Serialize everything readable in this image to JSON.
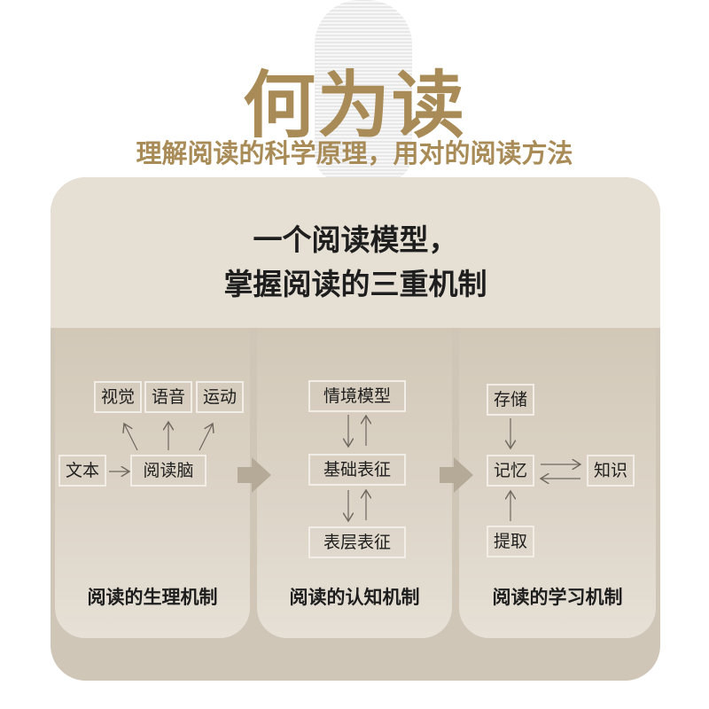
{
  "header": {
    "title": "何为读",
    "subtitle": "理解阅读的科学原理，用对的阅读方法"
  },
  "panel": {
    "heading_line1": "一个阅读模型，",
    "heading_line2": "掌握阅读的三重机制"
  },
  "cards": [
    {
      "title": "阅读的生理机制",
      "boxes": {
        "input": "文本",
        "center": "阅读脑",
        "out1": "视觉",
        "out2": "语音",
        "out3": "运动"
      }
    },
    {
      "title": "阅读的认知机制",
      "boxes": {
        "top": "情境模型",
        "middle": "基础表征",
        "bottom": "表层表征"
      }
    },
    {
      "title": "阅读的学习机制",
      "boxes": {
        "top": "存储",
        "center": "记忆",
        "right": "知识",
        "bottom": "提取"
      }
    }
  ],
  "colors": {
    "accent": "#a88b56",
    "panel_top": "#e5dfd4",
    "panel_bottom": "#cfc6b7"
  }
}
